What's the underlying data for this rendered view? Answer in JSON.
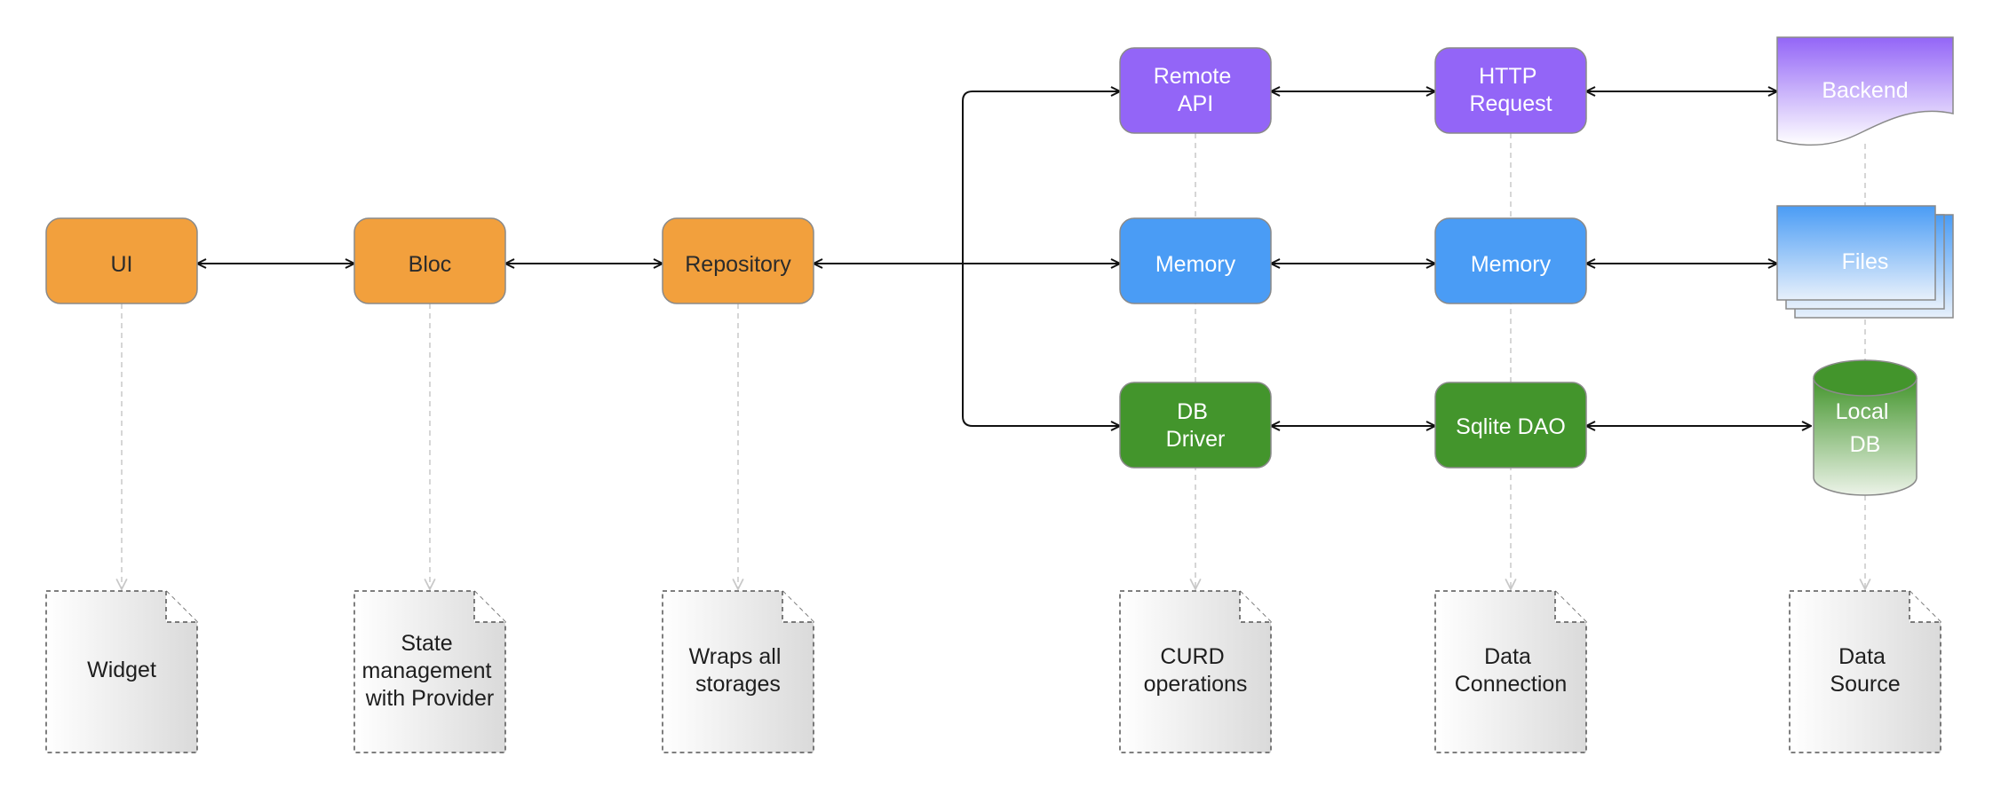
{
  "colors": {
    "orange": "#f2a03d",
    "purple": "#9365f7",
    "blue": "#4a9cf5",
    "green": "#43952c",
    "connector": "#111111",
    "dashed": "#c8c8c8"
  },
  "nodes": {
    "ui": "UI",
    "bloc": "Bloc",
    "repository": "Repository",
    "remote_api": [
      "Remote",
      "API"
    ],
    "http_request": [
      "HTTP",
      "Request"
    ],
    "backend": "Backend",
    "memory_left": "Memory",
    "memory_right": "Memory",
    "files": "Files",
    "db_driver": [
      "DB",
      "Driver"
    ],
    "sqlite_dao": "Sqlite DAO",
    "local_db": [
      "Local",
      "DB"
    ]
  },
  "notes": {
    "widget": [
      "Widget"
    ],
    "state": [
      "State",
      "management",
      "with Provider"
    ],
    "wraps": [
      "Wraps all",
      "storages"
    ],
    "curd": [
      "CURD",
      "operations"
    ],
    "data_connection": [
      "Data",
      "Connection"
    ],
    "data_source": [
      "Data",
      "Source"
    ]
  }
}
